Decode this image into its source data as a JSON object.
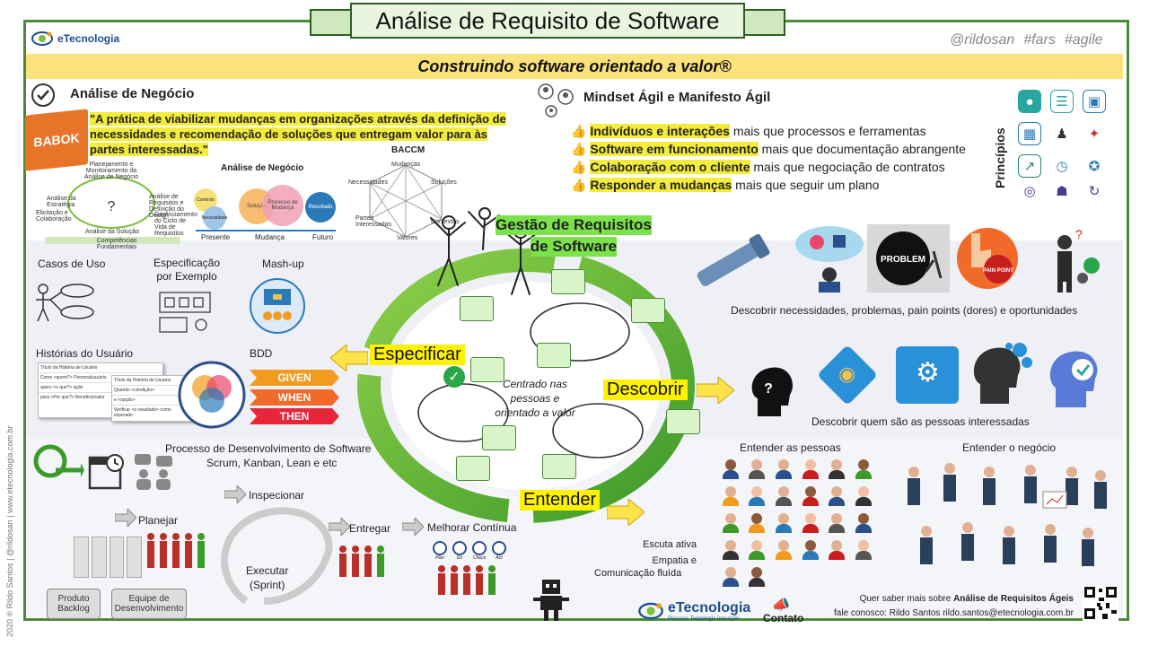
{
  "header": {
    "title": "Análise de Requisito de Software",
    "logo": "eTecnologia",
    "handles": [
      "@rildosan",
      "#fars",
      "#agile"
    ],
    "subtitle": "Construindo software orientado a valor®"
  },
  "business": {
    "title": "Análise de Negócio",
    "quote": "\"A prática de viabilizar mudanças em organizações através da definição de necessidades e recomendação de soluções que entregam valor para às partes interessadas.\"",
    "book": "BABOK",
    "diagram_title": "Análise de Negócio",
    "diagram_bottom": [
      "Presente",
      "Mudança",
      "Futuro"
    ],
    "circle_labels": [
      "Contexto",
      "Necessidade",
      "Solução",
      "Processo de Mudança",
      "Resultado"
    ],
    "cycle_labels": [
      "Planejamento e Monitoramento da Análise de Negócio",
      "Análise da Estratégia",
      "Análise de Requisitos e Definição do Design",
      "Elicitação e Colaboração",
      "Gerenciamento do Ciclo de Vida de Requisitos",
      "Análise da Solução",
      "Competências Fundamentais"
    ],
    "baccm_title": "BACCM",
    "baccm_labels": [
      "Mudanças",
      "Necessidades",
      "Soluções",
      "Contextos",
      "Partes Interessadas",
      "Valores"
    ]
  },
  "agile": {
    "title": "Mindset Ágil e Manifesto Ágil",
    "values": [
      {
        "strong": "Indivíduos e interações",
        "rest": " mais que processos e ferramentas"
      },
      {
        "strong": "Software em funcionamento",
        "rest": " mais que documentação abrangente"
      },
      {
        "strong": "Colaboração com o cliente",
        "rest": " mais que negociação de contratos"
      },
      {
        "strong": "Responder a mudanças",
        "rest": " mais que seguir um plano"
      }
    ],
    "principles_label": "Princípios"
  },
  "center": {
    "title_line1": "Gestão de Requisitos",
    "title_line2": "de Software",
    "center_text": "Centrado nas pessoas e orientado a valor",
    "specify": "Especificar",
    "discover": "Descobrir",
    "understand": "Entender"
  },
  "specify": {
    "use_cases": "Casos de Uso",
    "spec_by_example": "Especificação por Exemplo",
    "mashup": "Mash-up",
    "user_stories": "Histórias do Usuário",
    "bdd": "BDD",
    "given": "GIVEN",
    "when": "WHEN",
    "then": "THEN",
    "story_lines": [
      "Título da História de Usuário",
      "Como <quem?> Persona/usuário",
      "Quando <condição>",
      "quero <o que?> ação",
      "e <opção>",
      "para <Por que?> Beneficio/valor",
      "Verificar <o resultado> como esperado"
    ]
  },
  "discover": {
    "pains": [
      "PROBLEM",
      "PAIN POINT"
    ],
    "label1": "Descobrir necessidades, problemas, pain points (dores) e oportunidades",
    "label2": "Descobrir quem são as pessoas interessadas"
  },
  "process": {
    "title_line1": "Processo de Desenvolvimento de Software",
    "title_line2": "Scrum, Kanban, Lean e etc",
    "inspect": "Inspecionar",
    "plan": "Planejar",
    "deliver": "Entregar",
    "improve": "Melhorar Contínua",
    "execute": "Executar",
    "sprint": "(Sprint)",
    "backlog": "Produto Backlog",
    "team": "Equipe de Desenvolvimento",
    "pdca": [
      "Plan",
      "Do",
      "Check",
      "Act"
    ]
  },
  "understand": {
    "people": "Entender as pessoas",
    "business": "Entender o negócio",
    "skills": [
      "Escuta ativa",
      "Empatia e",
      "Comunicação fluída"
    ]
  },
  "footer": {
    "logo": "eTecnologia",
    "logo_tag": "Pessoas Tecnologia Inovação",
    "contact": "Contato",
    "more_prefix": "Quer saber mais sobre ",
    "more_strong": "Análise de Requisitos Ágeis",
    "contact_line": "fale conosco: Rildo Santos rildo.santos@etecnologia.com.br",
    "side": "2020 ® Rildo Santos | @rildosan | www.etecnologia.com.br"
  }
}
